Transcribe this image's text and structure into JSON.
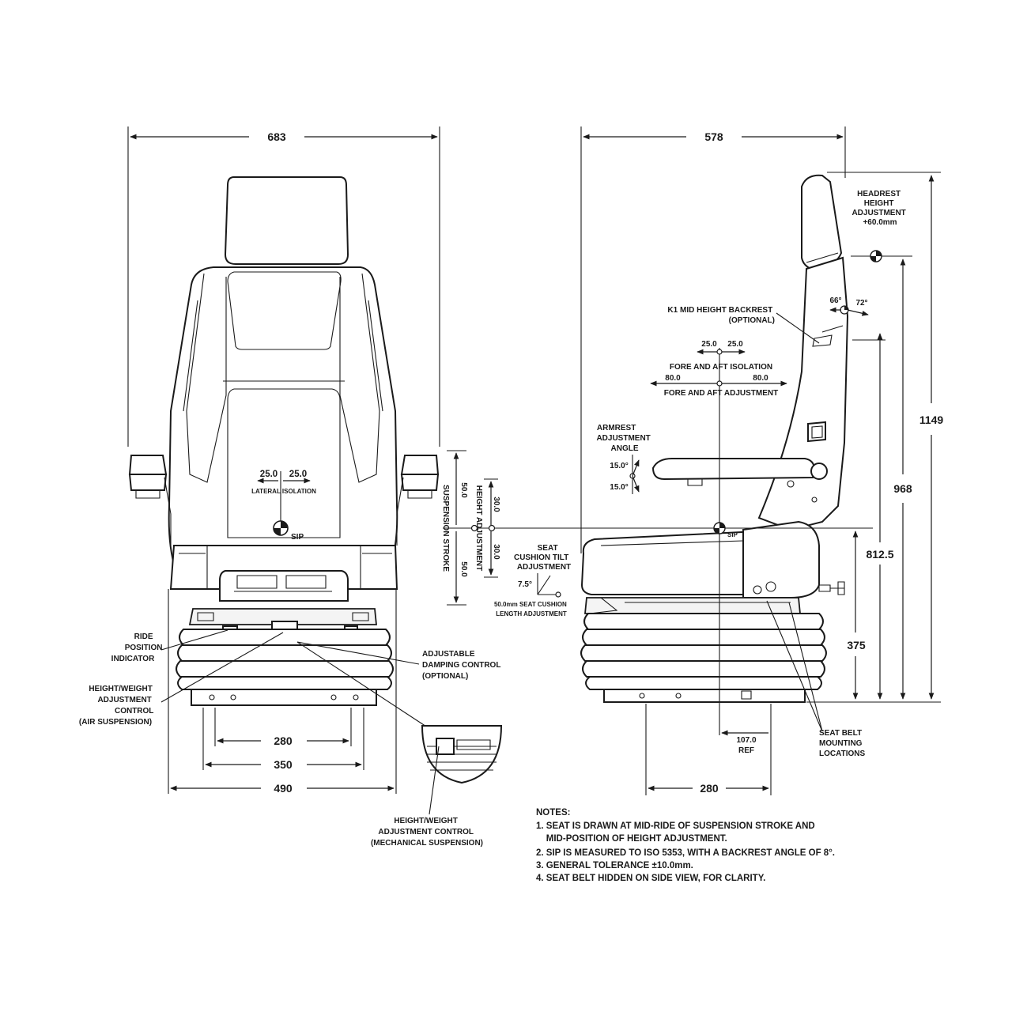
{
  "front_view": {
    "width_dim": "683",
    "lateral_left": "25.0",
    "lateral_right": "25.0",
    "lateral_label": "LATERAL ISOLATION",
    "sip_label": "SIP",
    "suspension_top": "50.0",
    "suspension_bottom": "50.0",
    "suspension_label": "SUSPENSION STROKE",
    "height_top": "30.0",
    "height_bottom": "30.0",
    "height_label": "HEIGHT ADJUSTMENT",
    "ride_position": [
      "RIDE",
      "POSITION",
      "INDICATOR"
    ],
    "hw_air": [
      "HEIGHT/WEIGHT",
      "ADJUSTMENT",
      "CONTROL",
      "(AIR SUSPENSION)"
    ],
    "damping": [
      "ADJUSTABLE",
      "DAMPING CONTROL",
      "(OPTIONAL)"
    ],
    "hw_mech": [
      "HEIGHT/WEIGHT",
      "ADJUSTMENT CONTROL",
      "(MECHANICAL SUSPENSION)"
    ],
    "base_280": "280",
    "base_350": "350",
    "base_490": "490"
  },
  "side_view": {
    "width_dim": "578",
    "headrest": [
      "HEADREST",
      "HEIGHT",
      "ADJUSTMENT",
      "+60.0mm"
    ],
    "angle_66": "66°",
    "angle_72": "72°",
    "k1": [
      "K1 MID HEIGHT BACKREST",
      "(OPTIONAL)"
    ],
    "fore_iso_left": "25.0",
    "fore_iso_right": "25.0",
    "fore_iso_label": "FORE AND AFT ISOLATION",
    "fore_adj_left": "80.0",
    "fore_adj_right": "80.0",
    "fore_adj_label": "FORE AND AFT ADJUSTMENT",
    "armrest": [
      "ARMREST",
      "ADJUSTMENT",
      "ANGLE"
    ],
    "arm_up": "15.0°",
    "arm_down": "15.0°",
    "cushion_tilt": [
      "SEAT",
      "CUSHION TILT",
      "ADJUSTMENT"
    ],
    "tilt_angle": "7.5°",
    "cushion_length": [
      "50.0mm SEAT CUSHION",
      "LENGTH ADJUSTMENT"
    ],
    "sip_label": "SIP",
    "dim_1149": "1149",
    "dim_968": "968",
    "dim_8125": "812.5",
    "dim_375": "375",
    "ref_value": "107.0",
    "ref_label": "REF",
    "seat_belt": [
      "SEAT BELT",
      "MOUNTING",
      "LOCATIONS"
    ],
    "base_280": "280"
  },
  "notes": {
    "title": "NOTES:",
    "lines": [
      "1. SEAT IS DRAWN AT MID-RIDE OF SUSPENSION STROKE AND",
      "    MID-POSITION OF HEIGHT ADJUSTMENT.",
      "2. SIP IS MEASURED TO ISO 5353, WITH A BACKREST ANGLE OF 8°.",
      "3. GENERAL TOLERANCE ±10.0mm.",
      "4. SEAT BELT HIDDEN ON SIDE VIEW, FOR CLARITY."
    ]
  }
}
